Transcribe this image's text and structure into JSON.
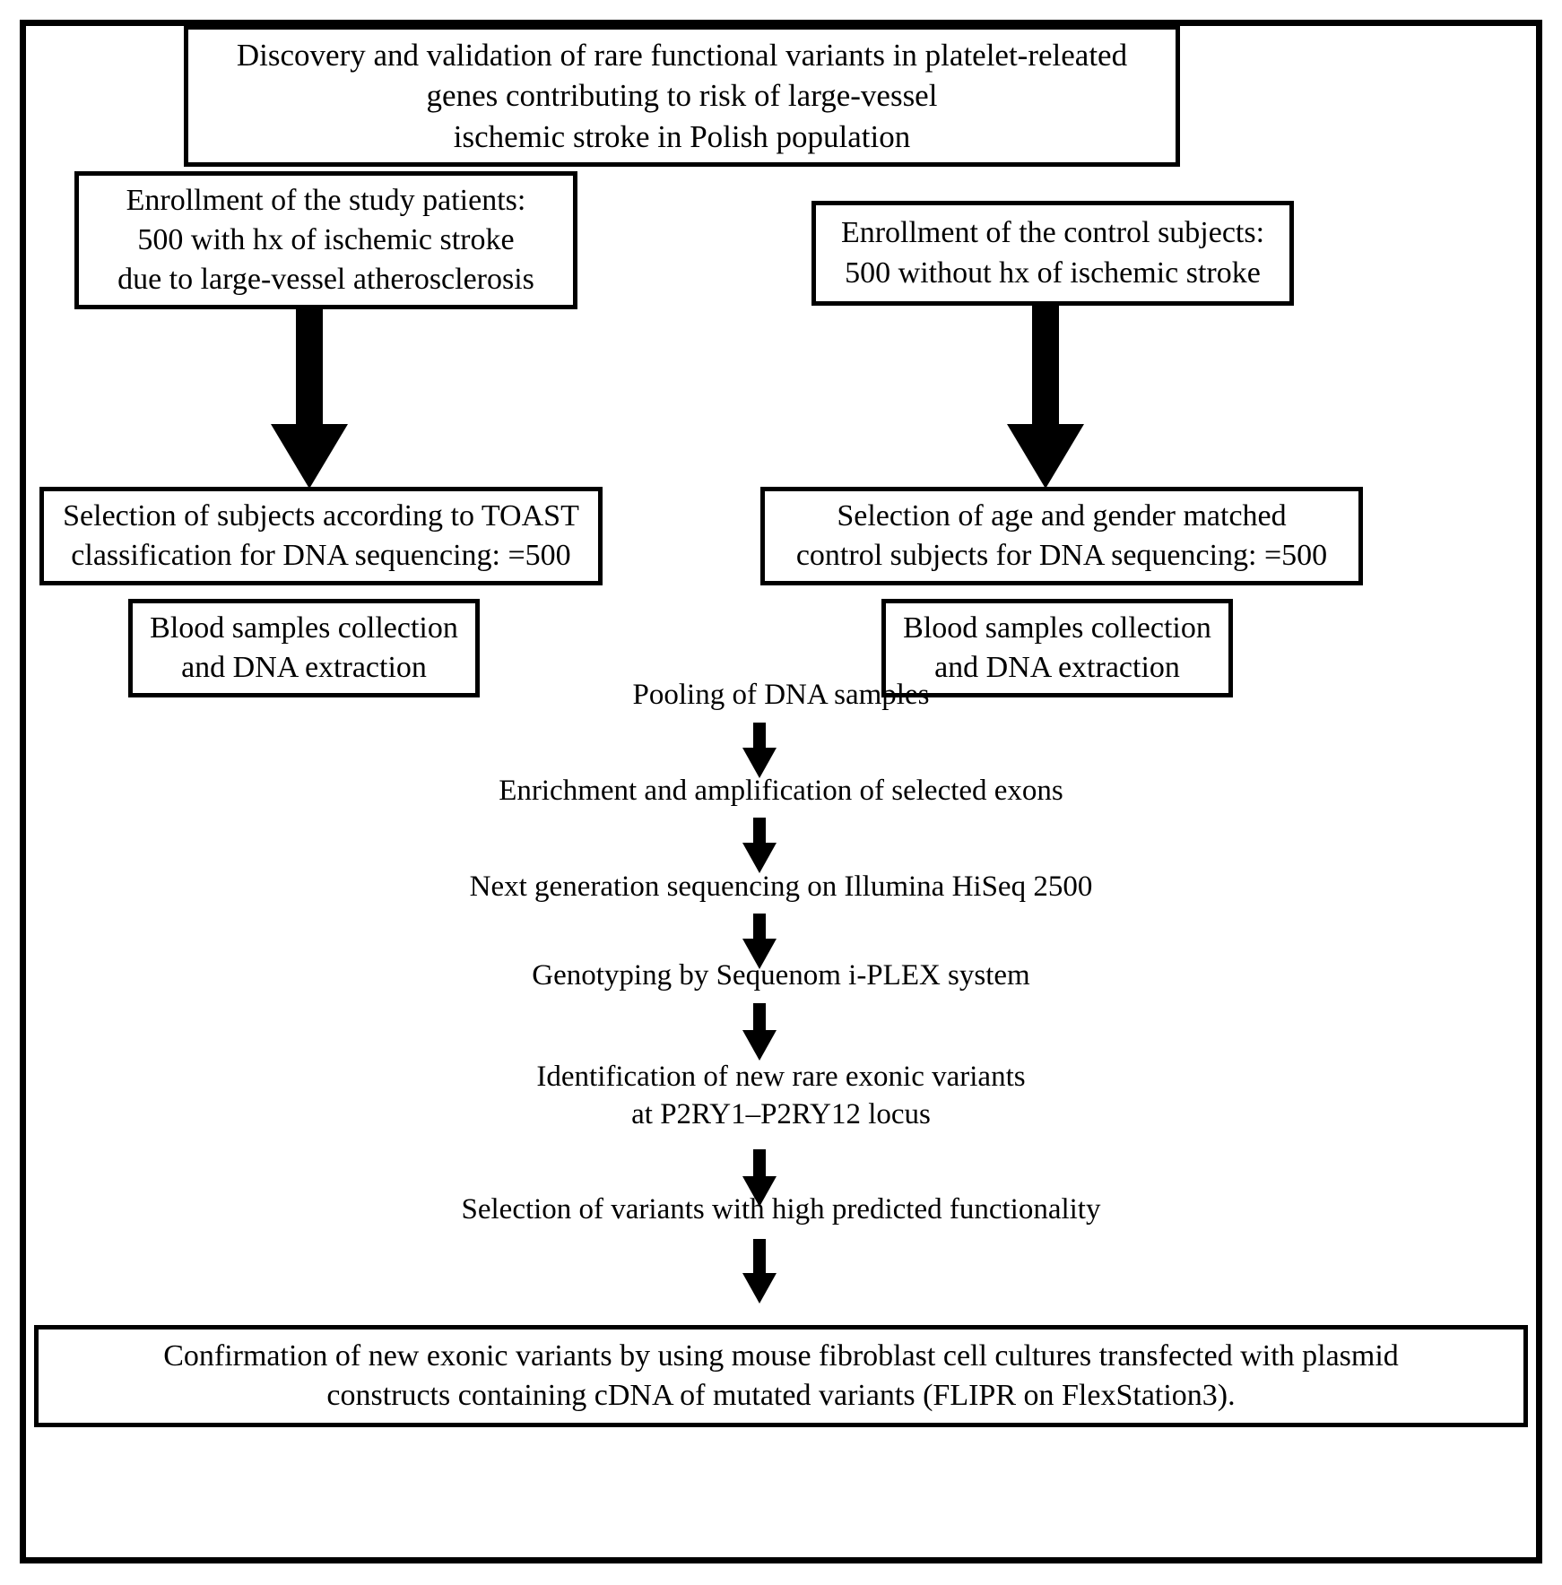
{
  "diagram": {
    "type": "flowchart",
    "orientation": "top-to-bottom",
    "title_box": {
      "line1": "Discovery and validation of rare functional variants in platelet-releated",
      "line2": "genes contributing to risk of large-vessel",
      "line3": "ischemic stroke in Polish population"
    },
    "left_branch": {
      "enrollment": {
        "line1": "Enrollment of the study patients:",
        "line2": "500 with hx of ischemic stroke",
        "line3": "due to large-vessel atherosclerosis"
      },
      "selection": {
        "line1": "Selection of subjects according to TOAST",
        "line2": "classification for DNA sequencing: =500"
      },
      "blood": {
        "line1": "Blood samples collection",
        "line2": "and DNA extraction"
      }
    },
    "right_branch": {
      "enrollment": {
        "line1": "Enrollment of the control subjects:",
        "line2": "500 without hx of ischemic stroke"
      },
      "selection": {
        "line1": "Selection of age and gender matched",
        "line2": "control subjects for DNA sequencing: =500"
      },
      "blood": {
        "line1": "Blood samples collection",
        "line2": "and DNA extraction"
      }
    },
    "pipeline": {
      "step1": "Pooling of DNA samples",
      "step2": "Enrichment and amplification of selected exons",
      "step3": "Next generation sequencing on Illumina HiSeq 2500",
      "step4": "Genotyping by Sequenom i-PLEX system",
      "step5_line1": "Identification of new rare exonic variants",
      "step5_line2": "at P2RY1–P2RY12 locus",
      "step6": "Selection of variants with high predicted functionality"
    },
    "conclusion_box": {
      "line1": "Confirmation of new exonic variants by using mouse fibroblast cell cultures transfected with plasmid",
      "line2": "constructs containing cDNA of mutated variants (FLIPR on FlexStation3)."
    },
    "colors": {
      "stroke": "#000000",
      "background": "#ffffff",
      "text": "#000000"
    },
    "arrows": {
      "left_branch_arrow": "down-arrow-thick",
      "right_branch_arrow": "down-arrow-thick",
      "pipeline_arrow": "down-arrow"
    }
  }
}
